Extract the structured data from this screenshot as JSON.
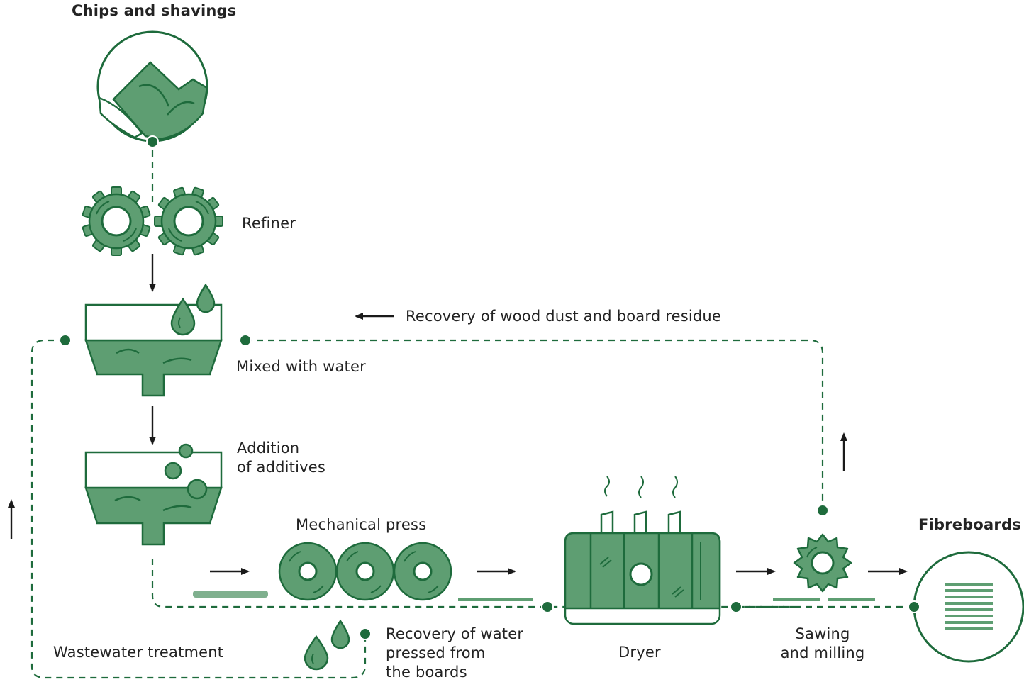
{
  "colors": {
    "primary": "#1e6b3c",
    "fill": "#5e9e72",
    "light": "#7fb08e",
    "ink": "#232323"
  },
  "labels": {
    "chips": "Chips and shavings",
    "refiner": "Refiner",
    "mixed": "Mixed with water",
    "additives": [
      "Addition",
      "of additives"
    ],
    "press": "Mechanical press",
    "dryer": "Dryer",
    "sawing": [
      "Sawing",
      "and milling"
    ],
    "fibreboards": "Fibreboards",
    "recovery_dust": "Recovery of wood dust and board residue",
    "recovery_water": [
      "Recovery of water",
      "pressed from",
      "the boards"
    ],
    "wastewater": "Wastewater treatment"
  },
  "icons": {
    "chips": "wood-chips-icon",
    "refiner": "gears-icon",
    "mixer": "water-tank-icon",
    "additives": "additives-tank-icon",
    "press": "press-rollers-icon",
    "dryer": "dryer-oven-icon",
    "saw": "circular-saw-icon",
    "boards": "fibreboard-stack-icon",
    "drops": "water-drops-icon"
  }
}
